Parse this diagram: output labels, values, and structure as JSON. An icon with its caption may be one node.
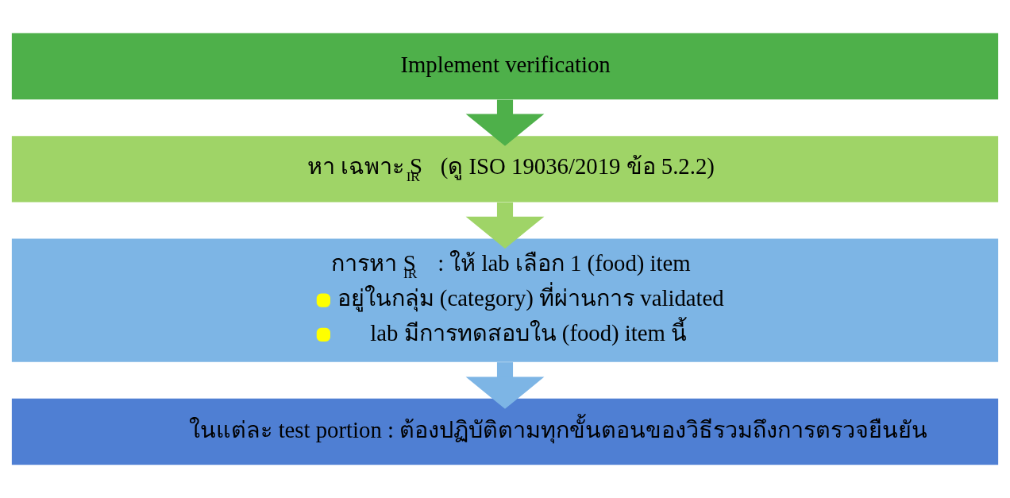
{
  "diagram": {
    "nodes": [
      {
        "text": [
          "Implement verification"
        ]
      },
      {
        "text": [
          "หา เฉพาะ S$_{IR}$ (ดู ISO 19036/2019 ข้อ 5.2.2)"
        ]
      },
      {
        "text": [
          "การหา S$_{IR}$ : ให้ lab เลือก 1 (food) item",
          "อยู่ในกลุ่ม (category) ที่ผ่านการ validated",
          "lab มีการทดสอบใน (food) item นี้"
        ]
      },
      {
        "text": [
          "ในแต่ละ test portion : ต้องปฏิบัติตามทุกขั้นตอนของวิธีรวมถึงการตรวจยืนยัน"
        ]
      }
    ],
    "edges": [
      {
        "from": 0,
        "to": 1,
        "arrow": "to",
        "color": "#4eb04a"
      },
      {
        "from": 1,
        "to": 2,
        "arrow": "to",
        "color": "#9fd467"
      },
      {
        "from": 2,
        "to": 3,
        "arrow": "to",
        "color": "#7db5e5"
      }
    ]
  }
}
